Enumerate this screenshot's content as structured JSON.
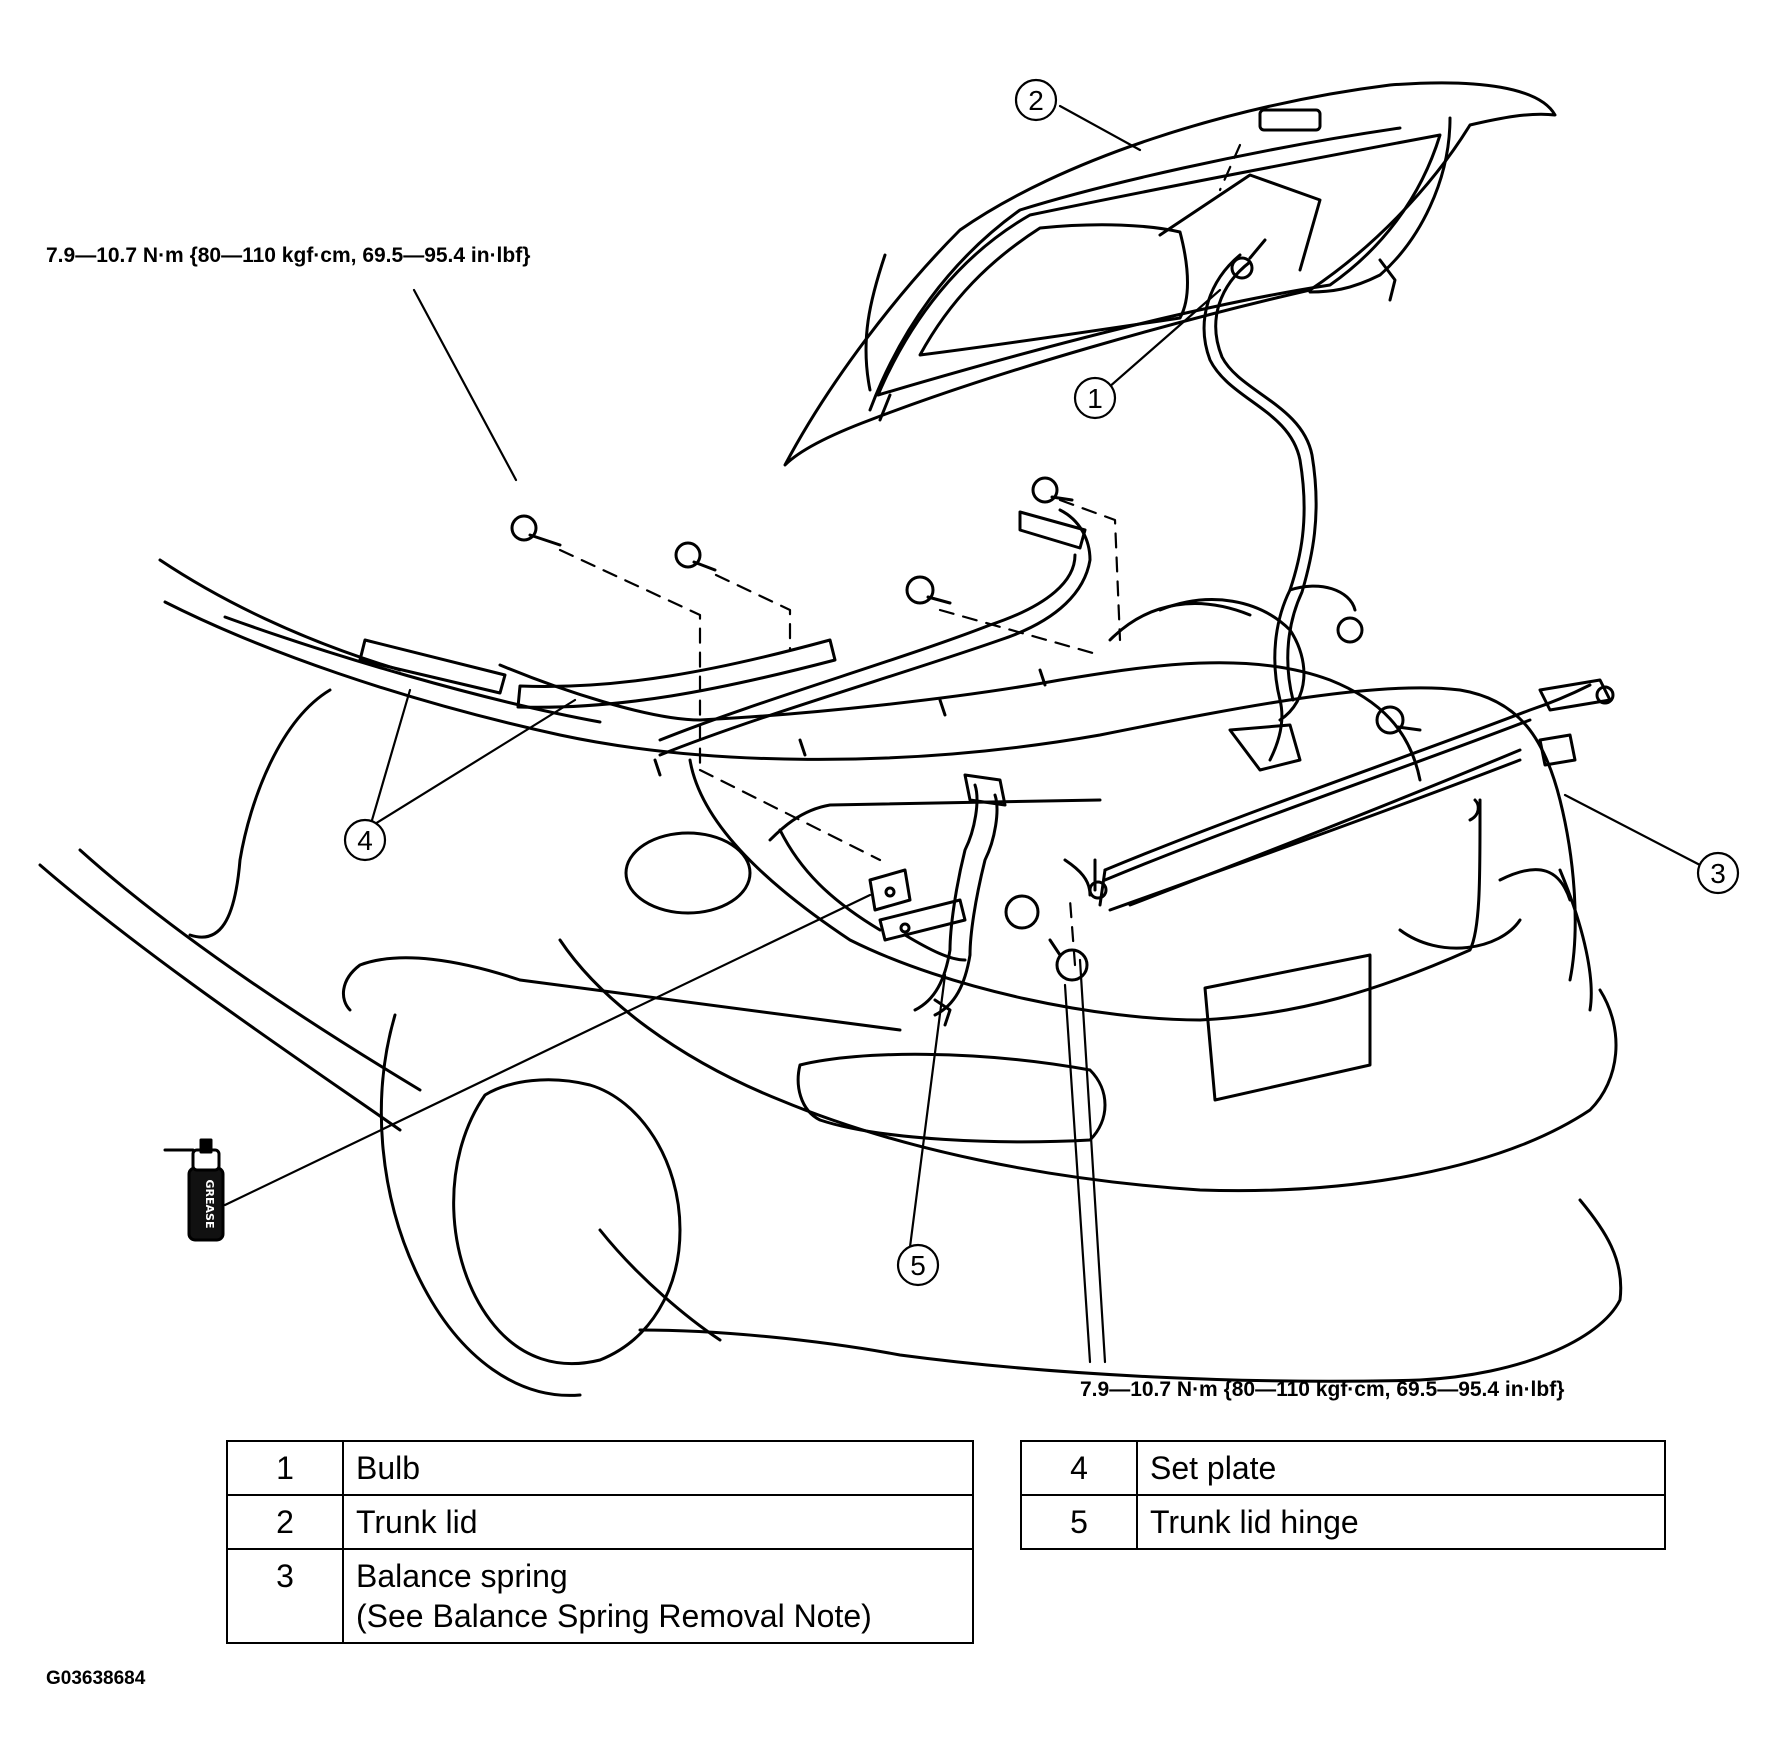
{
  "torque_callouts": [
    "7.9—10.7 N·m {80—110 kgf·cm, 69.5—95.4 in·lbf}",
    "7.9—10.7 N·m {80—110 kgf·cm, 69.5—95.4 in·lbf}"
  ],
  "callout_numbers": [
    "1",
    "2",
    "3",
    "4",
    "5"
  ],
  "grease_label": "GREASE",
  "figure_code": "G03638684",
  "legend_left": [
    {
      "num": "1",
      "name": "Bulb"
    },
    {
      "num": "2",
      "name": "Trunk lid"
    },
    {
      "num": "3",
      "name": "Balance spring",
      "note": "(See Balance Spring Removal Note)"
    }
  ],
  "legend_right": [
    {
      "num": "4",
      "name": "Set plate"
    },
    {
      "num": "5",
      "name": "Trunk lid hinge"
    }
  ]
}
